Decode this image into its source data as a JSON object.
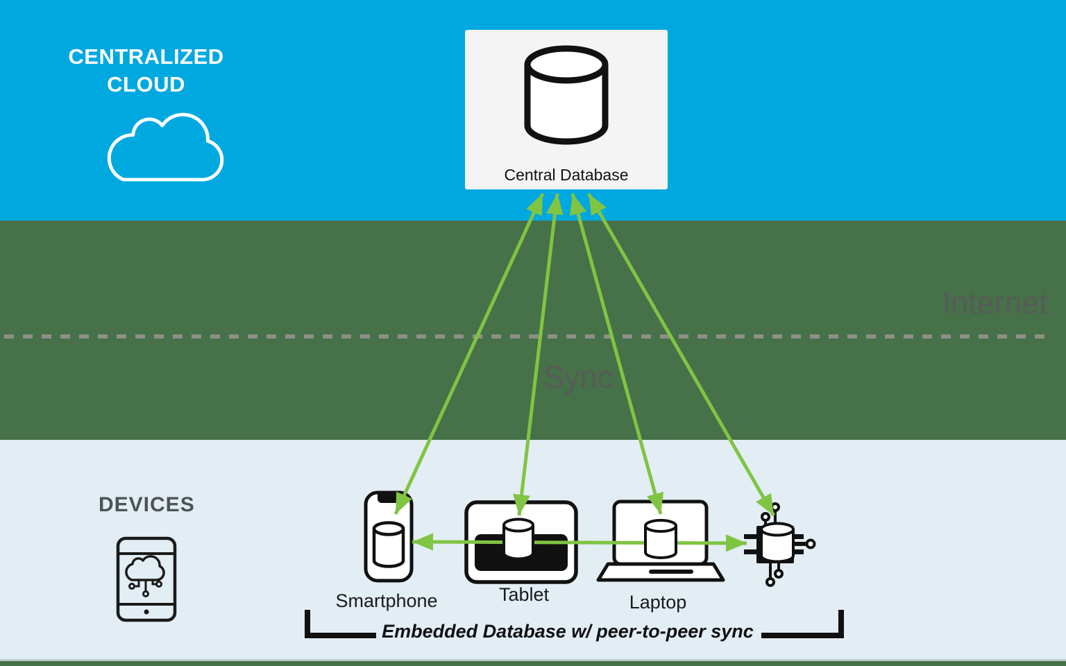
{
  "colors": {
    "cloud_band": "#00A8E0",
    "middle_band": "#477148",
    "devices_band": "#E2EDF4",
    "divider": "#BCC9D3",
    "panel": "#F4F4F4",
    "arrow": "#80C443",
    "dash": "#8C9087",
    "muted_text": "#575C59",
    "white": "#FFFFFF"
  },
  "cloud_section": {
    "title_line1": "CENTRALIZED",
    "title_line2": "CLOUD",
    "icon": "cloud-icon"
  },
  "central_database": {
    "label": "Central Database",
    "icon": "database-cylinder-icon"
  },
  "network": {
    "internet_label": "Internet",
    "sync_label": "Sync"
  },
  "devices_section": {
    "title": "DEVICES",
    "icon": "tablet-cloud-circuit-icon",
    "devices": [
      {
        "name": "smartphone",
        "label": "Smartphone",
        "icon": "smartphone-database-icon"
      },
      {
        "name": "tablet",
        "label": "Tablet",
        "icon": "tablet-database-icon"
      },
      {
        "name": "laptop",
        "label": "Laptop",
        "icon": "laptop-database-icon"
      },
      {
        "name": "iot-chip",
        "label": "",
        "icon": "chip-database-icon"
      }
    ],
    "bracket_label": "Embedded Database w/ peer-to-peer sync"
  }
}
